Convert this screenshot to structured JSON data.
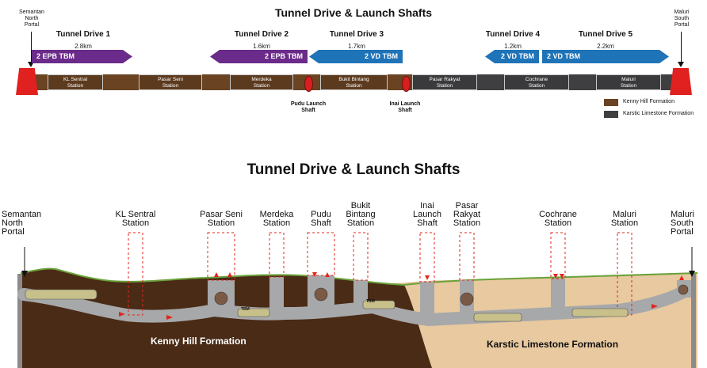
{
  "top": {
    "title": "Tunnel Drive & Launch Shafts",
    "portal_left": [
      "Semantan",
      "North",
      "Portal"
    ],
    "portal_right": [
      "Maluri",
      "South",
      "Portal"
    ],
    "drives": [
      {
        "name": "Tunnel Drive 1",
        "length": "2.8km",
        "tbm": "2 EPB TBM",
        "color": "#6b2b8a"
      },
      {
        "name": "Tunnel Drive 2",
        "length": "1.6km",
        "tbm": "2 EPB TBM",
        "color": "#6b2b8a"
      },
      {
        "name": "Tunnel Drive 3",
        "length": "1.7km",
        "tbm": "2 VD TBM",
        "color": "#1f73b7"
      },
      {
        "name": "Tunnel Drive 4",
        "length": "1.2km",
        "tbm": "2 VD TBM",
        "color": "#1f73b7"
      },
      {
        "name": "Tunnel Drive 5",
        "length": "2.2km",
        "tbm": "2 VD TBM",
        "color": "#1f73b7"
      }
    ],
    "stations": [
      [
        "KL Sentral",
        "Station"
      ],
      [
        "Pasar Seni",
        "Station"
      ],
      [
        "Merdeka",
        "Station"
      ],
      [
        "Bukit Bintang",
        "Station"
      ],
      [
        "Pasar Rakyat",
        "Station"
      ],
      [
        "Cochrane",
        "Station"
      ],
      [
        "Maluri",
        "Station"
      ]
    ],
    "shafts": [
      [
        "Pudu Launch",
        "Shaft"
      ],
      [
        "Inai Launch",
        "Shaft"
      ]
    ],
    "legend": [
      {
        "label": "Kenny Hill Formation",
        "color": "#6a4322"
      },
      {
        "label": "Karstic Limestone Formation",
        "color": "#3f3f41"
      }
    ]
  },
  "bottom": {
    "title": "Tunnel Drive & Launch Shafts",
    "portal_left": [
      "Semantan",
      "North",
      "Portal"
    ],
    "portal_right": [
      "Maluri",
      "South",
      "Portal"
    ],
    "labels": [
      [
        "KL Sentral",
        "Station"
      ],
      [
        "Pasar Seni",
        "Station"
      ],
      [
        "Merdeka",
        "Station"
      ],
      [
        "Pudu",
        "Shaft"
      ],
      [
        "Bukit",
        "Bintang",
        "Station"
      ],
      [
        "Inai",
        "Launch",
        "Shaft"
      ],
      [
        "Pasar",
        "Rakyat",
        "Station"
      ],
      [
        "Cochrane",
        "Station"
      ],
      [
        "Maluri",
        "Station"
      ]
    ],
    "formations": {
      "left": "Kenny Hill Formation",
      "right": "Karstic Limestone Formation",
      "left_color": "#4a2b16",
      "right_color": "#e8c9a0"
    },
    "tbm_tags": [
      "TBM",
      "TBM"
    ]
  }
}
